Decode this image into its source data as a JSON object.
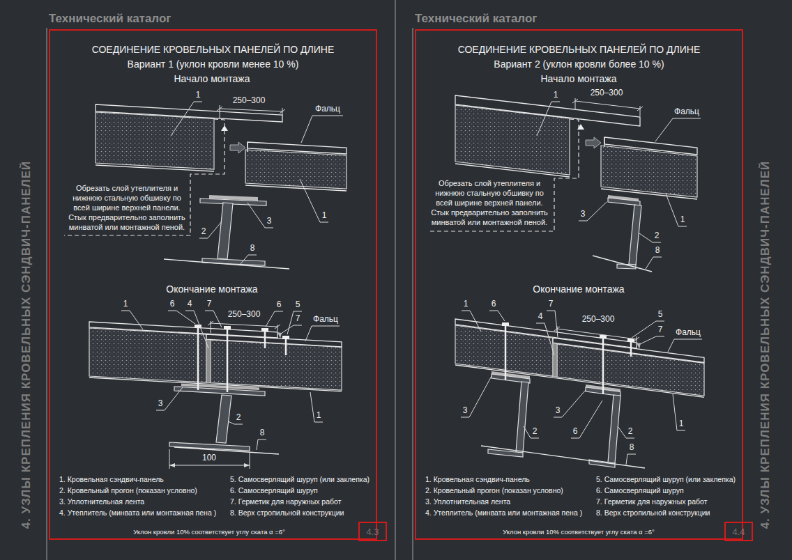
{
  "diagram": {
    "nodes": [
      {
        "text": [
          "СОЕДИНЕНИЕ КРОВЕЛЬНЫХ ПАНЕЛЕЙ ПО ДЛИНЕ",
          "Вариант 1 (уклон кровли менее 10 %)"
        ]
      },
      {
        "text": [
          "4.3"
        ],
        "in": 0
      },
      {
        "text": [
          "СОЕДИНЕНИЕ КРОВЕЛЬНЫХ ПАНЕЛЕЙ ПО ДЛИНЕ",
          "Вариант 2 (уклон кровли более 10 %)"
        ]
      },
      {
        "text": [
          "4.4"
        ],
        "in": 2
      }
    ],
    "labels": [
      "Технический каталог",
      "4. УЗЛЫ КРЕПЛЕНИЯ КРОВЕЛЬНЫХ СЭНДВИЧ-ПАНЕЛЕЙ",
      "Начало монтажа",
      "1",
      "250–300",
      "Фальц",
      "Обрезать слой утеплителя и нижнюю стальную обшивку по всей ширине верхней панели. Стык предварительно заполнить минватой или монтажной пеной.",
      "2",
      "3",
      "8",
      "1",
      "Окончание монтажа",
      "1",
      "6",
      "4",
      "7",
      "250–300",
      "6",
      "5",
      "7",
      "Фальц",
      "3",
      "2",
      "1",
      "8",
      "100",
      "1. Кровельная сэндвич-панель",
      "2. Кровельный прогон (показан условно)",
      "3. Уплотнительная лента",
      "4. Утеплитель (минвата или монтажная пена )",
      "5. Самосверлящий шуруп (или заклепка)",
      "6. Самосверлящий шуруп",
      "7. Герметик для наружных работ",
      "8. Верх стропильной конструкции",
      "Уклон кровли 10% соответствует углу ската α =6°",
      "Технический каталог",
      "4. УЗЛЫ КРЕПЛЕНИЯ КРОВЕЛЬНЫХ СЭНДВИЧ-ПАНЕЛЕЙ",
      "Начало монтажа",
      "1",
      "250–300",
      "Фальц",
      "Обрезать слой утеплителя и нижнюю стальную обшивку по всей ширине верхней панели. Стык предварительно заполнить минватой или монтажной пеной.",
      "3",
      "2",
      "8",
      "1",
      "Окончание монтажа",
      "1",
      "6",
      "7",
      "4",
      "250–300",
      "5",
      "7",
      "Фальц",
      "3",
      "2",
      "3",
      "6",
      "2",
      "1",
      "8",
      "1. Кровельная сэндвич-панель",
      "2. Кровельный прогон (показан условно)",
      "3. Уплотнительная лента",
      "4. Утеплитель (минвата или монтажная пена )",
      "5. Самосверлящий шуруп (или заклепка)",
      "6. Самосверлящий шуруп",
      "7. Герметик для наружных работ",
      "8. Верх стропильной конструкции",
      "Уклон кровли 10% соответствует углу ската α =6°"
    ]
  }
}
